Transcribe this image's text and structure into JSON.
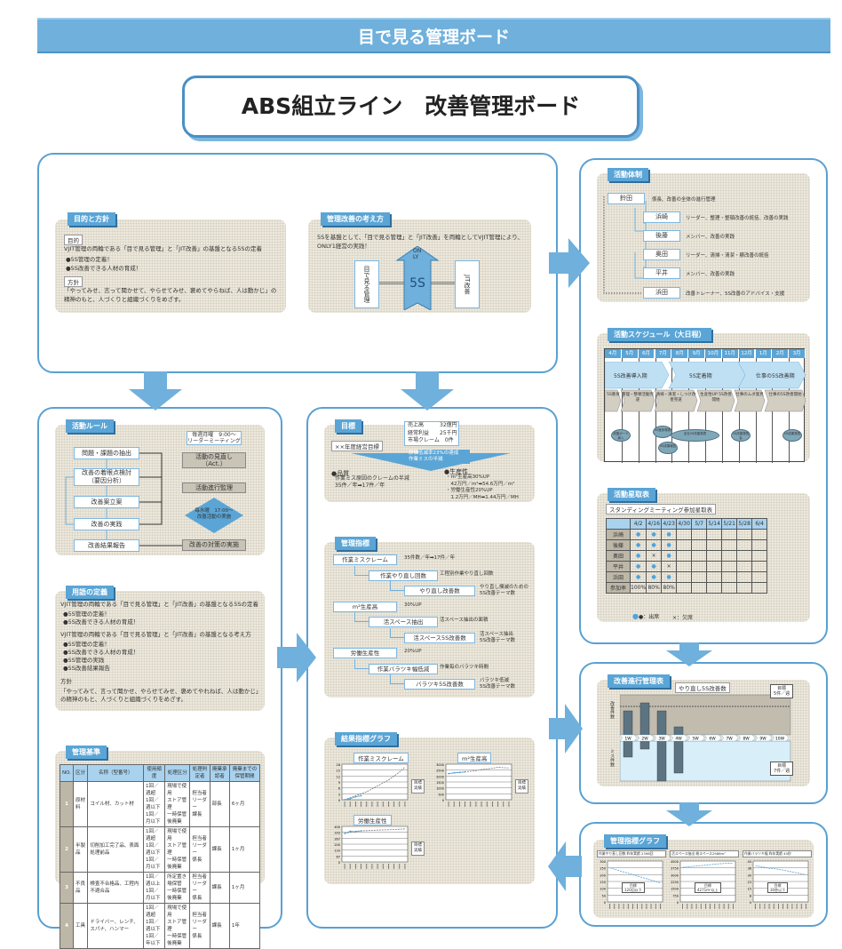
{
  "banner": "目で見る管理ボード",
  "title": "ABS組立ライン　改善管理ボード",
  "purpose": {
    "tab": "目的と方針",
    "goal_label": "目的",
    "goal_text": "VJIT管理の両輪である「目で見る管理」と「JIT改善」の基盤となる5Sの定着",
    "goal_items": [
      "●5S管理の定着！",
      "●5S改善できる人材の育成！"
    ],
    "policy_label": "方針",
    "policy_text": "「やってみせ、言って聞かせて、やらせてみせ、褒めてやらねば、人は動かじ」の精神のもと、人づくりと組織づくりをめざす。"
  },
  "concept": {
    "tab": "管理改善の考え方",
    "text": "5Sを基盤として、「目で見る管理」と「JIT改善」を両輪としてVJIT管理により、ONLY1経営の実践！",
    "left": "目で見る管理",
    "center": "5S",
    "only": "ONLY",
    "right": "JIT改善"
  },
  "rules": {
    "tab": "活動ルール",
    "flow": [
      "問題・課題の抽出",
      "改善の着眼点検討\n（要因分析）",
      "改善案立案",
      "改善の実践",
      "改善結果報告"
    ],
    "callout": "毎週月曜　9:00〜\nリーダーミーティング",
    "review": "活動の見直し\n（Act.）",
    "progress": "活動進行監理",
    "diamond": "毎水曜　17:00〜\n改善活動の実施",
    "measure": "改善の対策の実施"
  },
  "terms": {
    "tab": "用語の定義",
    "p1": "VJIT管理の両輪である「目で見る管理」と「JIT改善」の基盤となる5Sの定着",
    "l1": [
      "●5S管理の定着！",
      "●5S改善できる人材の育成！"
    ],
    "p2": "VJIT管理の両輪である「目で見る管理」と「JIT改善」の基盤となる考え方",
    "l2": [
      "●5S管理の定着！",
      "●5S改善できる人材の育成！",
      "●5S管理の実践",
      "●5S改善結果報告"
    ],
    "policy_label": "方針",
    "policy_text": "「やってみて、言って聞かせ、やらせてみせ、褒めてやれねば、人は動かじ」の精神のもと、人づくりと組織づくりをめざす。"
  },
  "standards": {
    "tab": "管理基準",
    "headers": [
      "NO.",
      "区分",
      "名称（型番号）",
      "使用頻度",
      "処理区分",
      "処理判定者",
      "廃棄承認者",
      "廃棄までの保管期間"
    ],
    "rows": [
      [
        "1",
        "原材料",
        "コイル材、カット材",
        "1回／週超\n1回／週以下\n1回／月以下",
        "現場で使用\nストア管理\n一時保管後廃棄",
        "担当者\nリーダー\n課長",
        "部長",
        "6ヶ月"
      ],
      [
        "2",
        "半製品",
        "切削加工完了品、表面処理前品",
        "1回／週超\n1回／週以下\n1回／月以下",
        "現場で使用\nストア管理\n一時保管後廃棄",
        "担当者\nリーダー\n係長",
        "課長",
        "1ヶ月"
      ],
      [
        "3",
        "不良品",
        "検査不合格品、工程内不適合品",
        "1回／週以上\n1回／月以下",
        "所定置き場保管\n一時保管後廃棄",
        "担当者\nリーダー\n係長",
        "課長",
        "1ヶ月"
      ],
      [
        "4",
        "工具",
        "ドライバー、レンチ、スパナ、ハンマー",
        "1回／週超\n1回／週以下\n1回／年以下",
        "現場で使用\nストア管理\n一時保管後廃棄",
        "担当者\nリーダー\n係長",
        "課長",
        "1年"
      ]
    ]
  },
  "target": {
    "tab": "目標",
    "label": "××年度経営目標",
    "kpis": [
      "売上高　　　32億円",
      "経常利益　　25千円",
      "市場クレーム　0件"
    ],
    "arrow": "原価低減率23%の達成\n作業ミスの半減",
    "quality_title": "●品質",
    "quality_text": "作業ミス原因のクレームの半減\n35件／年➡17件／年",
    "prod_title": "●生産性",
    "prod_text": "・m²生産高30%UP\n　42万円／m²➡54.6万円／m²\n・労働生産性20%UP\n　1.2万円／MH➡1.44万円／MH"
  },
  "indicators": {
    "tab": "管理指標",
    "items": [
      {
        "name": "作業ミスクレーム",
        "note": "35件数／年➡17件／年",
        "level": 0
      },
      {
        "name": "作業やり直し回数",
        "note": "工程別作業やり直し回数",
        "level": 1
      },
      {
        "name": "やり直し改善数",
        "note": "やり直し撲滅のための\n5S改善テーマ数",
        "level": 2
      },
      {
        "name": "m²生産高",
        "note": "30%UP",
        "level": 0
      },
      {
        "name": "活スペース抽出",
        "note": "活スペース抽出の面積",
        "level": 1
      },
      {
        "name": "活スペース5S改善数",
        "note": "活スペース抽出\n5S改善テーマ数",
        "level": 2
      },
      {
        "name": "労働生産性",
        "note": "20%UP",
        "level": 0
      },
      {
        "name": "作業バラツキ幅低減",
        "note": "作業毎のバラツキ時間",
        "level": 1
      },
      {
        "name": "バラツキ5S改善数",
        "note": "バラツキ低減\n5S改善テーマ数",
        "level": 2
      }
    ]
  },
  "result_graphs": {
    "tab": "結果指標グラフ",
    "legend": [
      "目標",
      "実績"
    ],
    "charts": [
      {
        "title": "作業ミスクレーム",
        "ymax": 18,
        "target": [
          0,
          1,
          2,
          3,
          4,
          5.5,
          7,
          8.5,
          10,
          12,
          14,
          16.5
        ],
        "actual": [
          0,
          0.5,
          1.5,
          2
        ]
      },
      {
        "title": "m²生産高",
        "ymax": 3000,
        "target": [
          2200,
          2250,
          2300,
          2350,
          2400,
          2450,
          2550,
          2600,
          2650,
          2750,
          2700,
          2680
        ],
        "actual": [
          2200,
          2280,
          2300,
          2350
        ]
      },
      {
        "title": "労働生産性",
        "ymax": 400,
        "target": [
          320,
          335,
          345,
          350,
          352,
          355,
          358,
          360,
          362,
          365,
          368,
          372
        ],
        "actual": [
          320,
          345,
          340,
          350
        ]
      }
    ]
  },
  "org": {
    "tab": "活動体制",
    "members": [
      {
        "name": "鈴田",
        "role": "係長、改善の全体の進行管理"
      },
      {
        "name": "浜崎",
        "role": "リーダー、整理・整頓改善の統括、改善の実践"
      },
      {
        "name": "後藤",
        "role": "メンバー、改善の実践"
      },
      {
        "name": "奥田",
        "role": "リーダー、清掃・清潔・躾改善の統括"
      },
      {
        "name": "平井",
        "role": "メンバー、改善の実践"
      },
      {
        "name": "浜田",
        "role": "改善トレーナー、5S改善のアドバイス・支援"
      }
    ]
  },
  "schedule": {
    "tab": "活動スケジュール（大日程）",
    "months": [
      "4月",
      "5月",
      "6月",
      "7月",
      "8月",
      "9月",
      "10月",
      "11月",
      "12月",
      "1月",
      "2月",
      "3月"
    ],
    "phases": [
      "5S改善導入期",
      "5S定着期",
      "仕事の5S改善期"
    ],
    "subphases": [
      "5S教育",
      "整理・整頓活動完遂",
      "清掃・清潔・しつけ改善完遂",
      "生産性UP 5S改善開始",
      "仕事のムダ発見",
      "仕事の5S改善開始"
    ],
    "events": [
      "改善ボード導入",
      "5S進捗発表",
      "5S成果報告",
      "全社5S改善発表",
      "5S改善発表会",
      "5S成果発表"
    ]
  },
  "attendance": {
    "tab": "活動星取表",
    "caption": "スタンディングミーティング参加星取表",
    "dates": [
      "4/2",
      "4/16",
      "4/23",
      "4/30",
      "5/7",
      "5/14",
      "5/21",
      "5/28",
      "6/4"
    ],
    "rows": [
      {
        "name": "浜崎",
        "marks": [
          "●",
          "●",
          "●"
        ]
      },
      {
        "name": "後藤",
        "marks": [
          "●",
          "●",
          "●"
        ]
      },
      {
        "name": "奥田",
        "marks": [
          "●",
          "×",
          "●"
        ]
      },
      {
        "name": "平井",
        "marks": [
          "●",
          "●",
          "×"
        ]
      },
      {
        "name": "浜田",
        "marks": [
          "●",
          "●",
          "●"
        ]
      }
    ],
    "rate_label": "参加率",
    "rates": [
      "100%",
      "80%",
      "80%"
    ],
    "legend_present": "●：出席",
    "legend_absent": "×：欠席"
  },
  "progress": {
    "tab": "改善進行管理表",
    "caption": "やり直し5S改善数",
    "weeks": [
      "1W",
      "2W",
      "3W",
      "4W",
      "5W",
      "6W",
      "7W",
      "8W",
      "9W",
      "10W"
    ],
    "up_label": "改善件数",
    "down_label": "ミス件数",
    "up": [
      3,
      4,
      3,
      1
    ],
    "down": [
      2,
      1,
      5,
      4
    ],
    "goal_up": "目標\n5件／週",
    "goal_down": "目標\n7件／週"
  },
  "kpi_graphs": {
    "tab": "管理指標グラフ",
    "charts": [
      {
        "title": "作業やり直し回数 昨年実績 2398回",
        "goal": "目標\n120回以下",
        "ymax": 300,
        "values": [
          250,
          240,
          230,
          220,
          210,
          200,
          190,
          180,
          170,
          160,
          150,
          140
        ]
      },
      {
        "title": "活スペース抽出 総スペース2986m²",
        "goal": "目標\n4271m²以上",
        "ymax": 4500,
        "values": [
          3800,
          3850,
          3900,
          3950,
          4000,
          4050,
          4100,
          4150,
          4200,
          4230,
          4250,
          4271
        ]
      },
      {
        "title": "作業バラツキ幅 昨年実績 40秒",
        "goal": "目標\n30秒以下",
        "ymax": 45,
        "values": [
          40,
          39,
          38,
          37,
          36.5,
          36,
          35,
          34,
          33,
          32,
          31,
          30
        ]
      }
    ]
  }
}
